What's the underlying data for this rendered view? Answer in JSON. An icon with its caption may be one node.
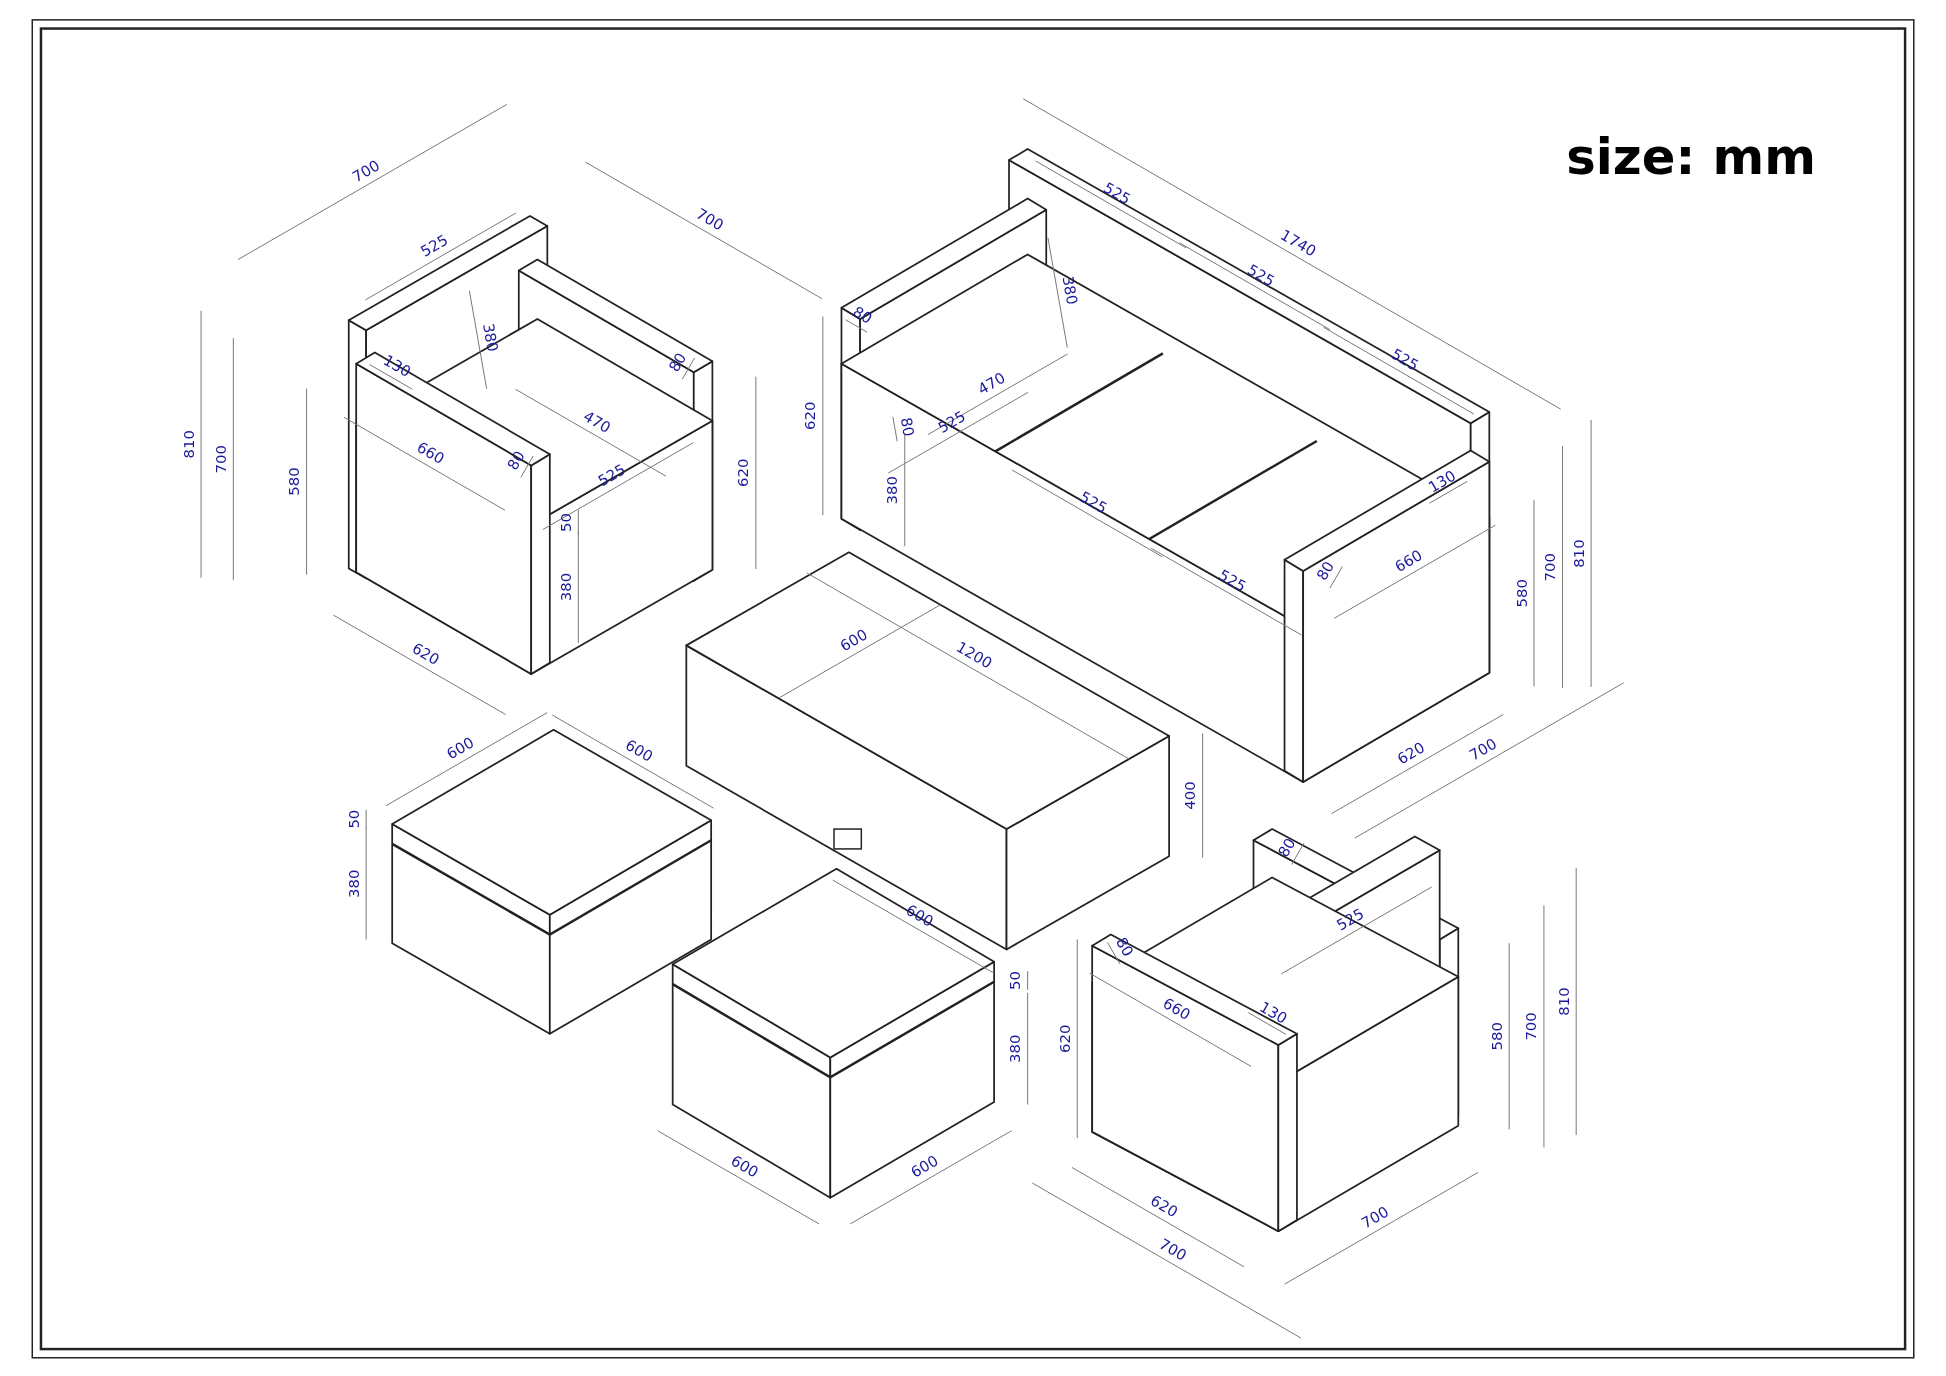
{
  "diagram": {
    "title": "size: mm",
    "labels": [
      "700",
      "525",
      "700",
      "810",
      "700",
      "580",
      "130",
      "380",
      "80",
      "470",
      "660",
      "80",
      "525",
      "620",
      "50",
      "380",
      "620",
      "525",
      "1740",
      "380",
      "525",
      "80",
      "525",
      "620",
      "470",
      "80",
      "525",
      "380",
      "525",
      "130",
      "525",
      "80",
      "660",
      "580",
      "700",
      "810",
      "620",
      "700",
      "600",
      "1200",
      "400",
      "600",
      "600",
      "50",
      "380",
      "600",
      "50",
      "380",
      "600",
      "600",
      "80",
      "525",
      "80",
      "660",
      "130",
      "620",
      "580",
      "700",
      "810",
      "620",
      "700",
      "700"
    ]
  }
}
